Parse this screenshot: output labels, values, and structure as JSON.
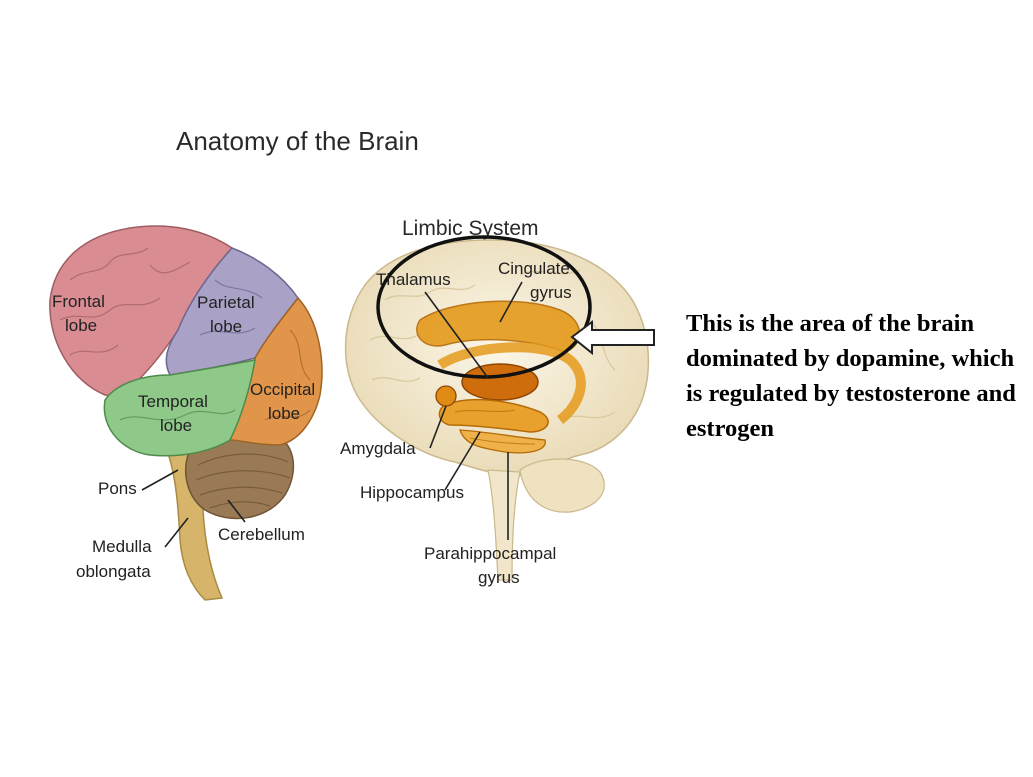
{
  "title": "Anatomy of the Brain",
  "left_brain": {
    "labels": {
      "frontal_1": "Frontal",
      "frontal_2": "lobe",
      "parietal_1": "Parietal",
      "parietal_2": "lobe",
      "temporal_1": "Temporal",
      "temporal_2": "lobe",
      "occipital_1": "Occipital",
      "occipital_2": "lobe",
      "pons": "Pons",
      "medulla_1": "Medulla",
      "medulla_2": "oblongata",
      "cerebellum": "Cerebellum"
    },
    "colors": {
      "frontal": "#d98d93",
      "parietal": "#a9a2c6",
      "temporal": "#8fc98a",
      "occipital": "#e0954a",
      "cerebellum": "#9a7a55",
      "brainstem": "#d6b56a"
    }
  },
  "limbic": {
    "title": "Limbic System",
    "labels": {
      "thalamus": "Thalamus",
      "cingulate_1": "Cingulate",
      "cingulate_2": "gyrus",
      "amygdala": "Amygdala",
      "hippocampus": "Hippocampus",
      "parahippocampal_1": "Parahippocampal",
      "parahippocampal_2": "gyrus"
    },
    "colors": {
      "cortex": "#f1e6c9",
      "limbic": "#e59a1c",
      "thalamus": "#cf6d0c"
    }
  },
  "caption": "This is the area of the brain dominated by dopamine, which is regulated by testosterone and estrogen"
}
